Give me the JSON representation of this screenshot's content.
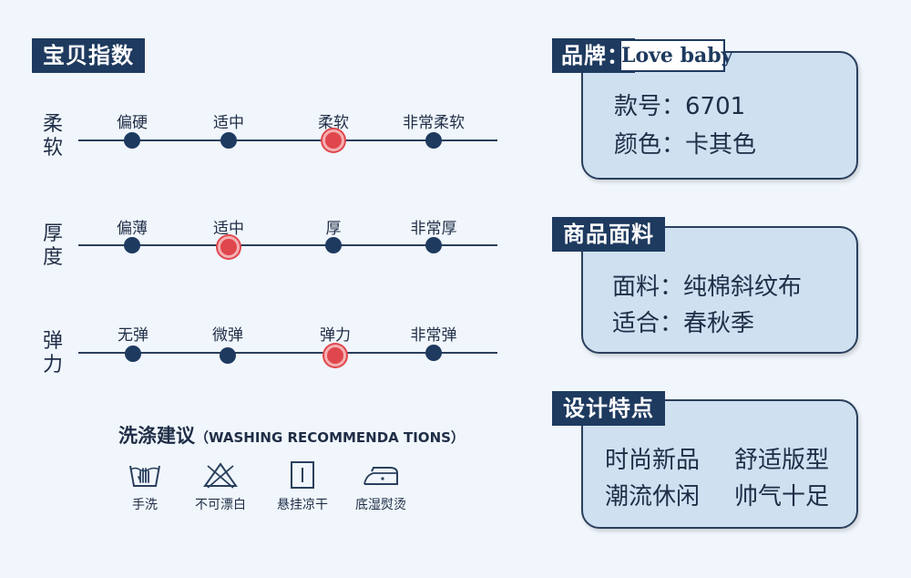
{
  "index": {
    "title": "宝贝指数",
    "rows": [
      {
        "label": "柔软",
        "options": [
          "偏硬",
          "适中",
          "柔软",
          "非常柔软"
        ],
        "selected": "柔软"
      },
      {
        "label": "厚度",
        "options": [
          "偏薄",
          "适中",
          "厚",
          "非常厚"
        ],
        "selected": "适中"
      },
      {
        "label": "弹力",
        "options": [
          "无弹",
          "微弹",
          "弹力",
          "非常弹"
        ],
        "selected": "弹力"
      }
    ]
  },
  "washing": {
    "title": "洗涤建议",
    "subtitle": "（WASHING RECOMMENDA TIONS）",
    "items": [
      {
        "label": "手洗",
        "icon": "hand-wash-icon"
      },
      {
        "label": "不可漂白",
        "icon": "no-bleach-icon"
      },
      {
        "label": "悬挂凉干",
        "icon": "hang-dry-icon"
      },
      {
        "label": "底湿熨烫",
        "icon": "iron-icon"
      }
    ]
  },
  "brand_card": {
    "header": "品牌：",
    "brand": "Love baby",
    "lines": [
      "款号：6701",
      "颜色：卡其色"
    ]
  },
  "fabric_card": {
    "header": "商品面料",
    "lines": [
      "面料：纯棉斜纹布",
      "适合：春秋季"
    ]
  },
  "design_card": {
    "header": "设计特点",
    "features": [
      "时尚新品",
      "舒适版型",
      "潮流休闲",
      "帅气十足"
    ]
  },
  "colors": {
    "navy": "#1e3a5f",
    "selected": "#e0474c",
    "card": "#cfe0f1",
    "background": "#f0f6fc"
  }
}
